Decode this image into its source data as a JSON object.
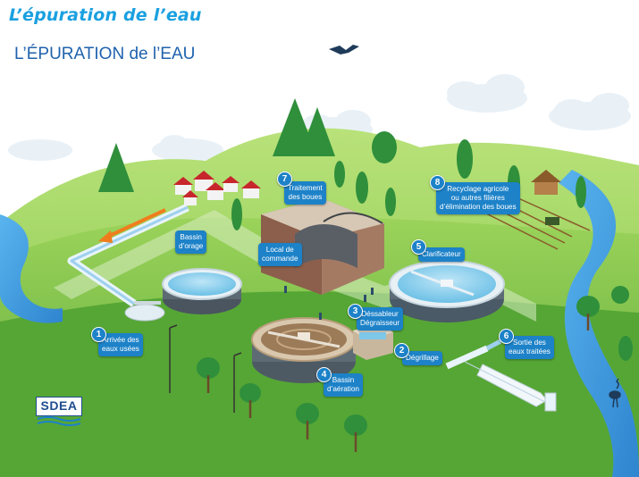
{
  "header": {
    "title": "L’épuration de l’eau",
    "subtitle": "L’ÉPURATION de l’EAU"
  },
  "logo": {
    "text": "SDEA"
  },
  "stations": [
    {
      "num": "1",
      "lines": [
        "Arrivée des",
        "eaux usées"
      ]
    },
    {
      "num": "2",
      "lines": [
        "Dégrillage"
      ]
    },
    {
      "num": "3",
      "lines": [
        "Déssableur",
        "Dégraisseur"
      ]
    },
    {
      "num": "4",
      "lines": [
        "Bassin",
        "d’aération"
      ]
    },
    {
      "num": "5",
      "lines": [
        "Clarificateur"
      ]
    },
    {
      "num": "6",
      "lines": [
        "Sortie des",
        "eaux traitées"
      ]
    },
    {
      "num": "7",
      "lines": [
        "Traitement",
        "des boues"
      ]
    },
    {
      "num": "8",
      "lines": [
        "Recyclage agricole",
        "ou autres filières",
        "d’élimination des boues"
      ]
    }
  ],
  "labels": {
    "storm_basin": [
      "Bassin",
      "d’orage"
    ],
    "control_room": [
      "Local de",
      "commande"
    ]
  },
  "colors": {
    "accent": "#1d82c8",
    "title": "#1aa0e0",
    "subtitle": "#1f62ad",
    "grass": "#7cc242",
    "water": "#3d9ee0",
    "arrow": "#f07d1c"
  }
}
